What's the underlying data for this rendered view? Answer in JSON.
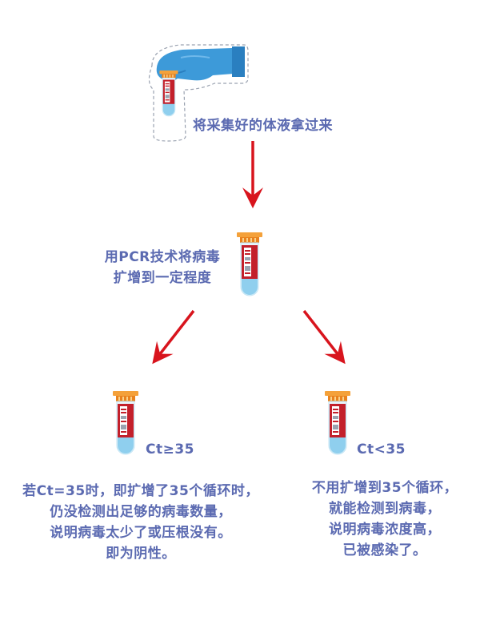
{
  "steps": {
    "collect": "将采集好的体液拿过来",
    "amplify_line1": "用PCR技术将病毒",
    "amplify_line2": "扩增到一定程度"
  },
  "outcomes": {
    "negative": {
      "threshold": "Ct≥35",
      "lines": [
        "若Ct=35时，即扩增了35个循环时，",
        "仍没检测出足够的病毒数量，",
        "说明病毒太少了或压根没有。",
        "即为阴性。"
      ]
    },
    "positive": {
      "threshold": "Ct<35",
      "lines": [
        "不用扩增到35个循环，",
        "就能检测到病毒，",
        "说明病毒浓度高，",
        "已被感染了。"
      ]
    }
  },
  "colors": {
    "text": "#5b6ab1",
    "arrow": "#d8141d",
    "glove": "#3d9ad9",
    "tube_cap": "#f08c22",
    "tube_liquid": "#c3202b",
    "tube_base": "#8fcfee"
  },
  "icons": [
    "gloved-hand-icon",
    "test-tube-icon",
    "down-arrow-icon"
  ]
}
